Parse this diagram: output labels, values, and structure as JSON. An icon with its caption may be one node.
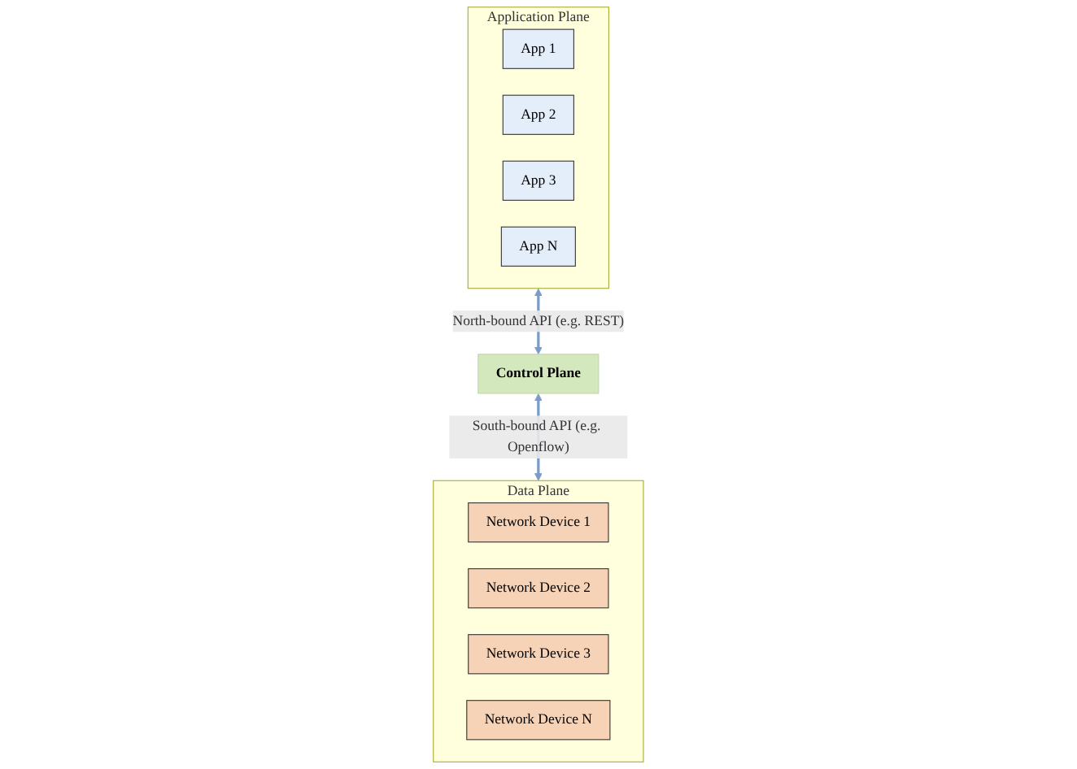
{
  "diagram": {
    "nodes": [
      {
        "text": [
          "Application Plane"
        ]
      },
      {
        "text": [
          "App 1"
        ],
        "in": 0
      },
      {
        "text": [
          "App 2"
        ],
        "in": 0
      },
      {
        "text": [
          "App 3"
        ],
        "in": 0
      },
      {
        "text": [
          "App N"
        ],
        "in": 0
      },
      {
        "text": [
          "Control Plane"
        ]
      },
      {
        "text": [
          "Data Plane"
        ]
      },
      {
        "text": [
          "Network Device 1"
        ],
        "in": 6
      },
      {
        "text": [
          "Network Device 2"
        ],
        "in": 6
      },
      {
        "text": [
          "Network Device 3"
        ],
        "in": 6
      },
      {
        "text": [
          "Network Device N"
        ],
        "in": 6
      }
    ],
    "edges": [
      {
        "from": 0,
        "to": 5,
        "arrow": "both",
        "label": "North-bound API (e.g. REST)"
      },
      {
        "from": 5,
        "to": 6,
        "arrow": "both",
        "label": "South-bound API (e.g. Openflow)"
      }
    ]
  }
}
